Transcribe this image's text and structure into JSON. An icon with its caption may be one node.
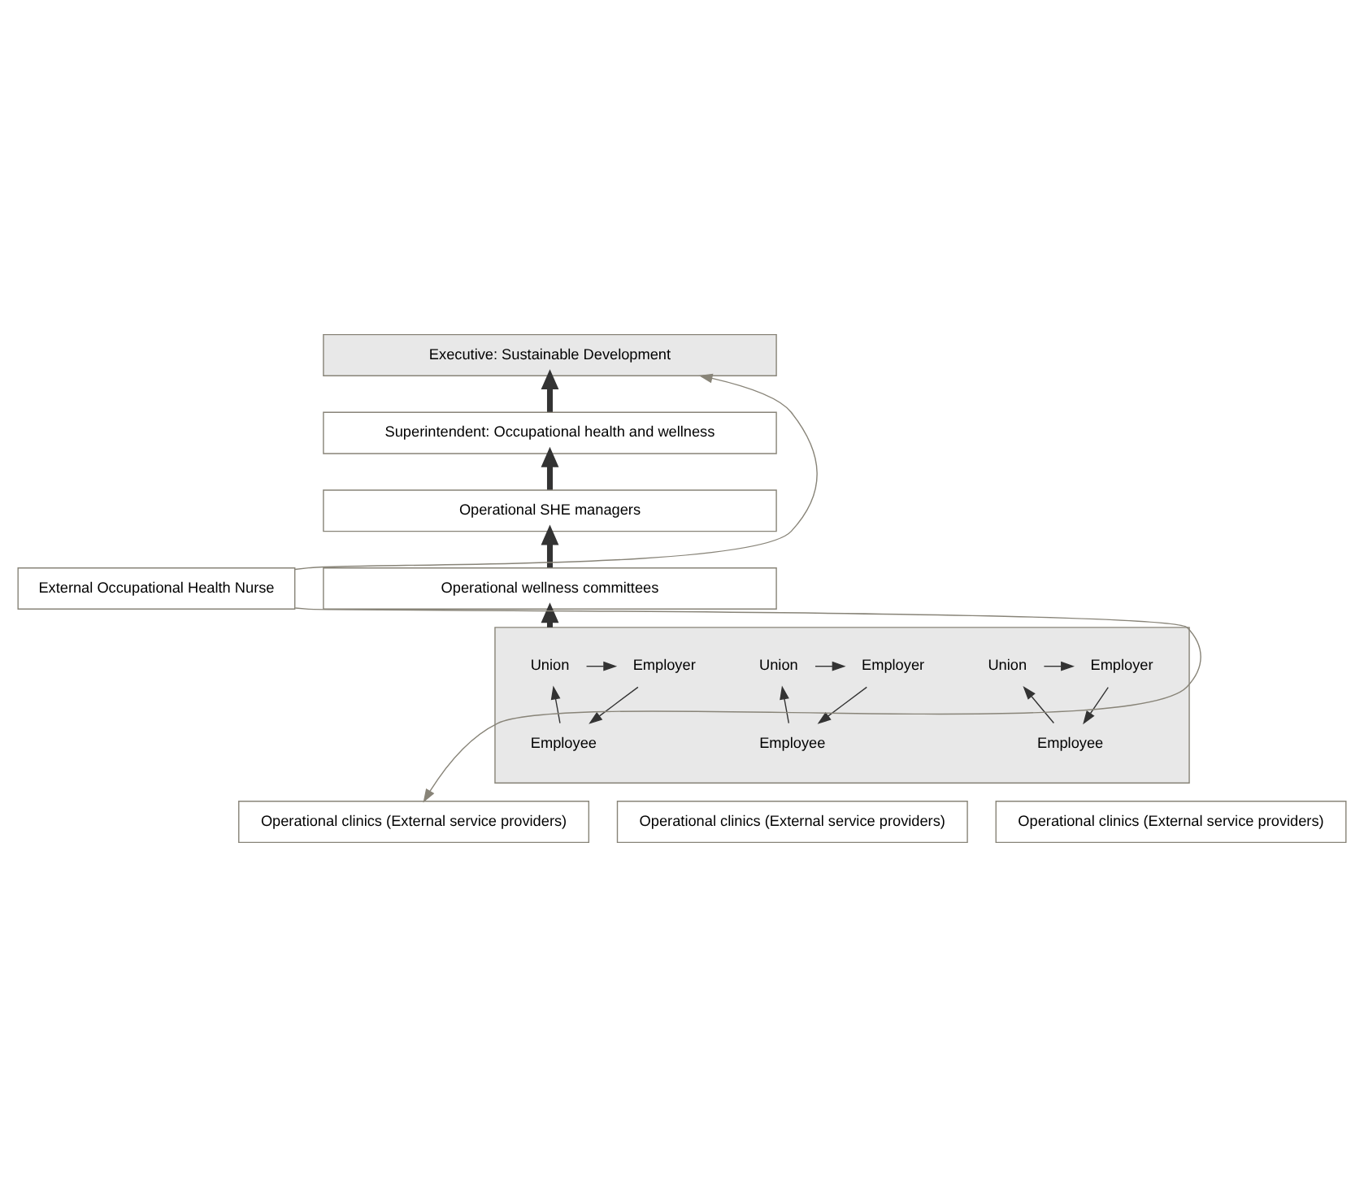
{
  "diagram": {
    "nodes": [
      {
        "text": [
          "Executive: Sustainable Development"
        ]
      },
      {
        "text": [
          "Superintendent: Occupational health and wellness"
        ]
      },
      {
        "text": [
          "Operational SHE managers"
        ]
      },
      {
        "text": [
          "Operational wellness committees"
        ]
      },
      {
        "text": [],
        "shape": "box"
      },
      {
        "text": [
          "Union"
        ],
        "in": 4
      },
      {
        "text": [
          "Employer"
        ],
        "in": 4
      },
      {
        "text": [
          "Employee"
        ],
        "in": 4
      },
      {
        "text": [
          "Union"
        ],
        "in": 4
      },
      {
        "text": [
          "Employer"
        ],
        "in": 4
      },
      {
        "text": [
          "Employee"
        ],
        "in": 4
      },
      {
        "text": [
          "Union"
        ],
        "in": 4
      },
      {
        "text": [
          "Employer"
        ],
        "in": 4
      },
      {
        "text": [
          "Employee"
        ],
        "in": 4
      },
      {
        "text": [
          "External Occupational Health Nurse"
        ]
      },
      {
        "text": [
          "Operational clinics (External service providers)"
        ]
      },
      {
        "text": [
          "Operational clinics (External service providers)"
        ]
      },
      {
        "text": [
          "Operational clinics (External service providers)"
        ]
      }
    ],
    "edges": [
      {
        "from": 1,
        "to": 0,
        "arrow": "to",
        "style": "thick"
      },
      {
        "from": 2,
        "to": 1,
        "arrow": "to",
        "style": "thick"
      },
      {
        "from": 3,
        "to": 2,
        "arrow": "to",
        "style": "thick"
      },
      {
        "from": 4,
        "to": 3,
        "arrow": "to",
        "style": "thick"
      },
      {
        "from": 5,
        "to": 6,
        "arrow": "to"
      },
      {
        "from": 6,
        "to": 7,
        "arrow": "to"
      },
      {
        "from": 7,
        "to": 5,
        "arrow": "to"
      },
      {
        "from": 8,
        "to": 9,
        "arrow": "to"
      },
      {
        "from": 9,
        "to": 10,
        "arrow": "to"
      },
      {
        "from": 10,
        "to": 8,
        "arrow": "to"
      },
      {
        "from": 11,
        "to": 12,
        "arrow": "to"
      },
      {
        "from": 12,
        "to": 13,
        "arrow": "to"
      },
      {
        "from": 13,
        "to": 11,
        "arrow": "to"
      },
      {
        "from": 14,
        "to": 0,
        "arrow": "to",
        "color": "#888478"
      },
      {
        "from": 14,
        "to": 15,
        "arrow": "to",
        "color": "#888478"
      }
    ]
  }
}
